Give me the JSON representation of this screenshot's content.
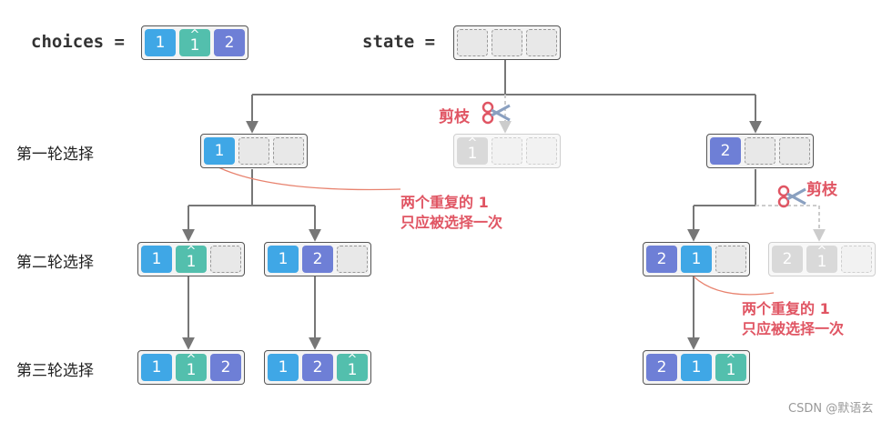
{
  "colors": {
    "one": "#3fa7e6",
    "one_hat": "#53bfad",
    "two": "#6e7fd6",
    "pruned": "#d9d9d9",
    "empty": "#e8e8e8",
    "edge": "#777777",
    "edge_pruned": "#cccccc",
    "accent": "#e05563"
  },
  "header": {
    "choices_label": "choices =",
    "state_label": "state ="
  },
  "choices": [
    {
      "text": "1",
      "kind": "one"
    },
    {
      "text": "1",
      "kind": "one_hat"
    },
    {
      "text": "2",
      "kind": "two"
    }
  ],
  "state": [
    {
      "text": "",
      "kind": "empty"
    },
    {
      "text": "",
      "kind": "empty"
    },
    {
      "text": "",
      "kind": "empty"
    }
  ],
  "rounds": [
    "第一轮选择",
    "第二轮选择",
    "第三轮选择"
  ],
  "prune_label": "剪枝",
  "prune_note_line1": "两个重复的 1",
  "prune_note_line2": "只应被选择一次",
  "icons": [
    "scissors-icon"
  ],
  "nodes": {
    "r1": [
      {
        "cells": [
          {
            "text": "1",
            "kind": "one"
          },
          {
            "text": "",
            "kind": "empty"
          },
          {
            "text": "",
            "kind": "empty"
          }
        ],
        "pruned": false
      },
      {
        "cells": [
          {
            "text": "1",
            "kind": "one_hat"
          },
          {
            "text": "",
            "kind": "empty"
          },
          {
            "text": "",
            "kind": "empty"
          }
        ],
        "pruned": true
      },
      {
        "cells": [
          {
            "text": "2",
            "kind": "two"
          },
          {
            "text": "",
            "kind": "empty"
          },
          {
            "text": "",
            "kind": "empty"
          }
        ],
        "pruned": false
      }
    ],
    "r2": [
      {
        "cells": [
          {
            "text": "1",
            "kind": "one"
          },
          {
            "text": "1",
            "kind": "one_hat"
          },
          {
            "text": "",
            "kind": "empty"
          }
        ],
        "pruned": false
      },
      {
        "cells": [
          {
            "text": "1",
            "kind": "one"
          },
          {
            "text": "2",
            "kind": "two"
          },
          {
            "text": "",
            "kind": "empty"
          }
        ],
        "pruned": false
      },
      {
        "cells": [
          {
            "text": "2",
            "kind": "two"
          },
          {
            "text": "1",
            "kind": "one"
          },
          {
            "text": "",
            "kind": "empty"
          }
        ],
        "pruned": false
      },
      {
        "cells": [
          {
            "text": "2",
            "kind": "two"
          },
          {
            "text": "1",
            "kind": "one_hat"
          },
          {
            "text": "",
            "kind": "empty"
          }
        ],
        "pruned": true
      }
    ],
    "r3": [
      {
        "cells": [
          {
            "text": "1",
            "kind": "one"
          },
          {
            "text": "1",
            "kind": "one_hat"
          },
          {
            "text": "2",
            "kind": "two"
          }
        ],
        "pruned": false
      },
      {
        "cells": [
          {
            "text": "1",
            "kind": "one"
          },
          {
            "text": "2",
            "kind": "two"
          },
          {
            "text": "1",
            "kind": "one_hat"
          }
        ],
        "pruned": false
      },
      {
        "cells": [
          {
            "text": "2",
            "kind": "two"
          },
          {
            "text": "1",
            "kind": "one"
          },
          {
            "text": "1",
            "kind": "one_hat"
          }
        ],
        "pruned": false
      }
    ]
  },
  "watermark": "CSDN @默语玄"
}
